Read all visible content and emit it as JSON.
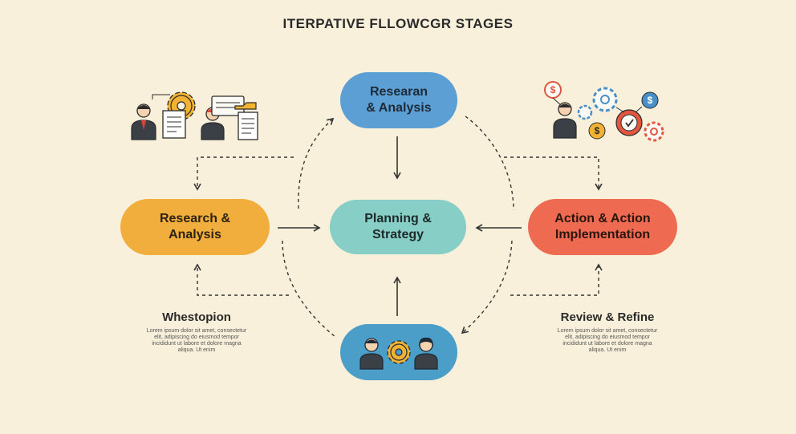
{
  "title": "ITERPATIVE FLLOWCGR STAGES",
  "nodes": {
    "top": "Researan\n& Analysis",
    "left": "Research &\nAnalysis",
    "center": "Planning &\nStrategy",
    "right": "Action & Action\nImplementation"
  },
  "captions": {
    "left": {
      "heading": "Whestopion",
      "body": "Lorem ipsum dolor sit amet, consectetur elit, adipiscing do eiusmod tempor incididunt ut labore et dolore magna aliqua. Ut enim"
    },
    "right": {
      "heading": "Review & Refine",
      "body": "Lorem ipsum dolor sit amet, consectetur elit, adipiscing do eiusmod tempor incididunt ut labore et dolore magna aliqua. Ut enim"
    }
  },
  "colors": {
    "background": "#f8f0da",
    "top_node": "#5b9fd5",
    "left_node": "#f2ae3c",
    "center_node": "#86cec6",
    "right_node": "#ee6b51",
    "bottom_node": "#4a9ec7",
    "gear": "#f2b233",
    "gear_blue": "#4a90c8",
    "gear_red": "#e2553f"
  },
  "icons": {
    "top_left_cluster": [
      "person-icon",
      "gear-icon",
      "document-icon",
      "person-icon",
      "folder-icon",
      "document-icon"
    ],
    "top_right_cluster": [
      "dollar-icon",
      "person-icon",
      "gear-icon",
      "dollar-icon",
      "target-icon",
      "gear-icon"
    ],
    "bottom_node": [
      "person-icon",
      "gear-icon",
      "person-icon"
    ]
  }
}
